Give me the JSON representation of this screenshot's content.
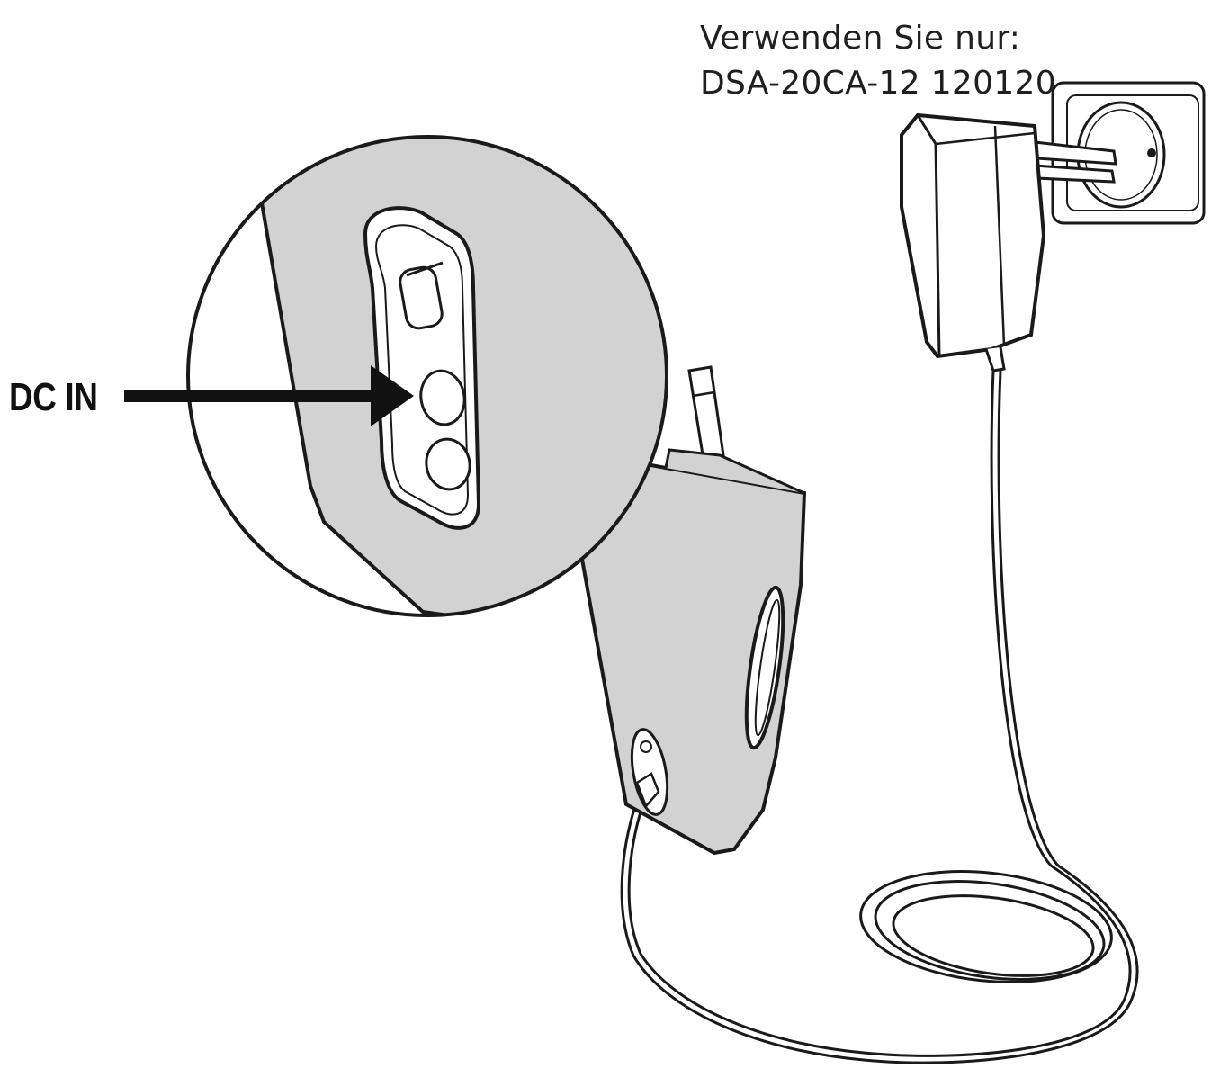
{
  "note": {
    "line1": "Verwenden Sie nur:",
    "line2": "DSA-20CA-12 120120"
  },
  "callout": {
    "label": "DC IN"
  },
  "colors": {
    "line": "#1a1a1a",
    "device_fill": "#d2d2d2",
    "adapter_fill": "#ffffff",
    "background": "#ffffff"
  }
}
